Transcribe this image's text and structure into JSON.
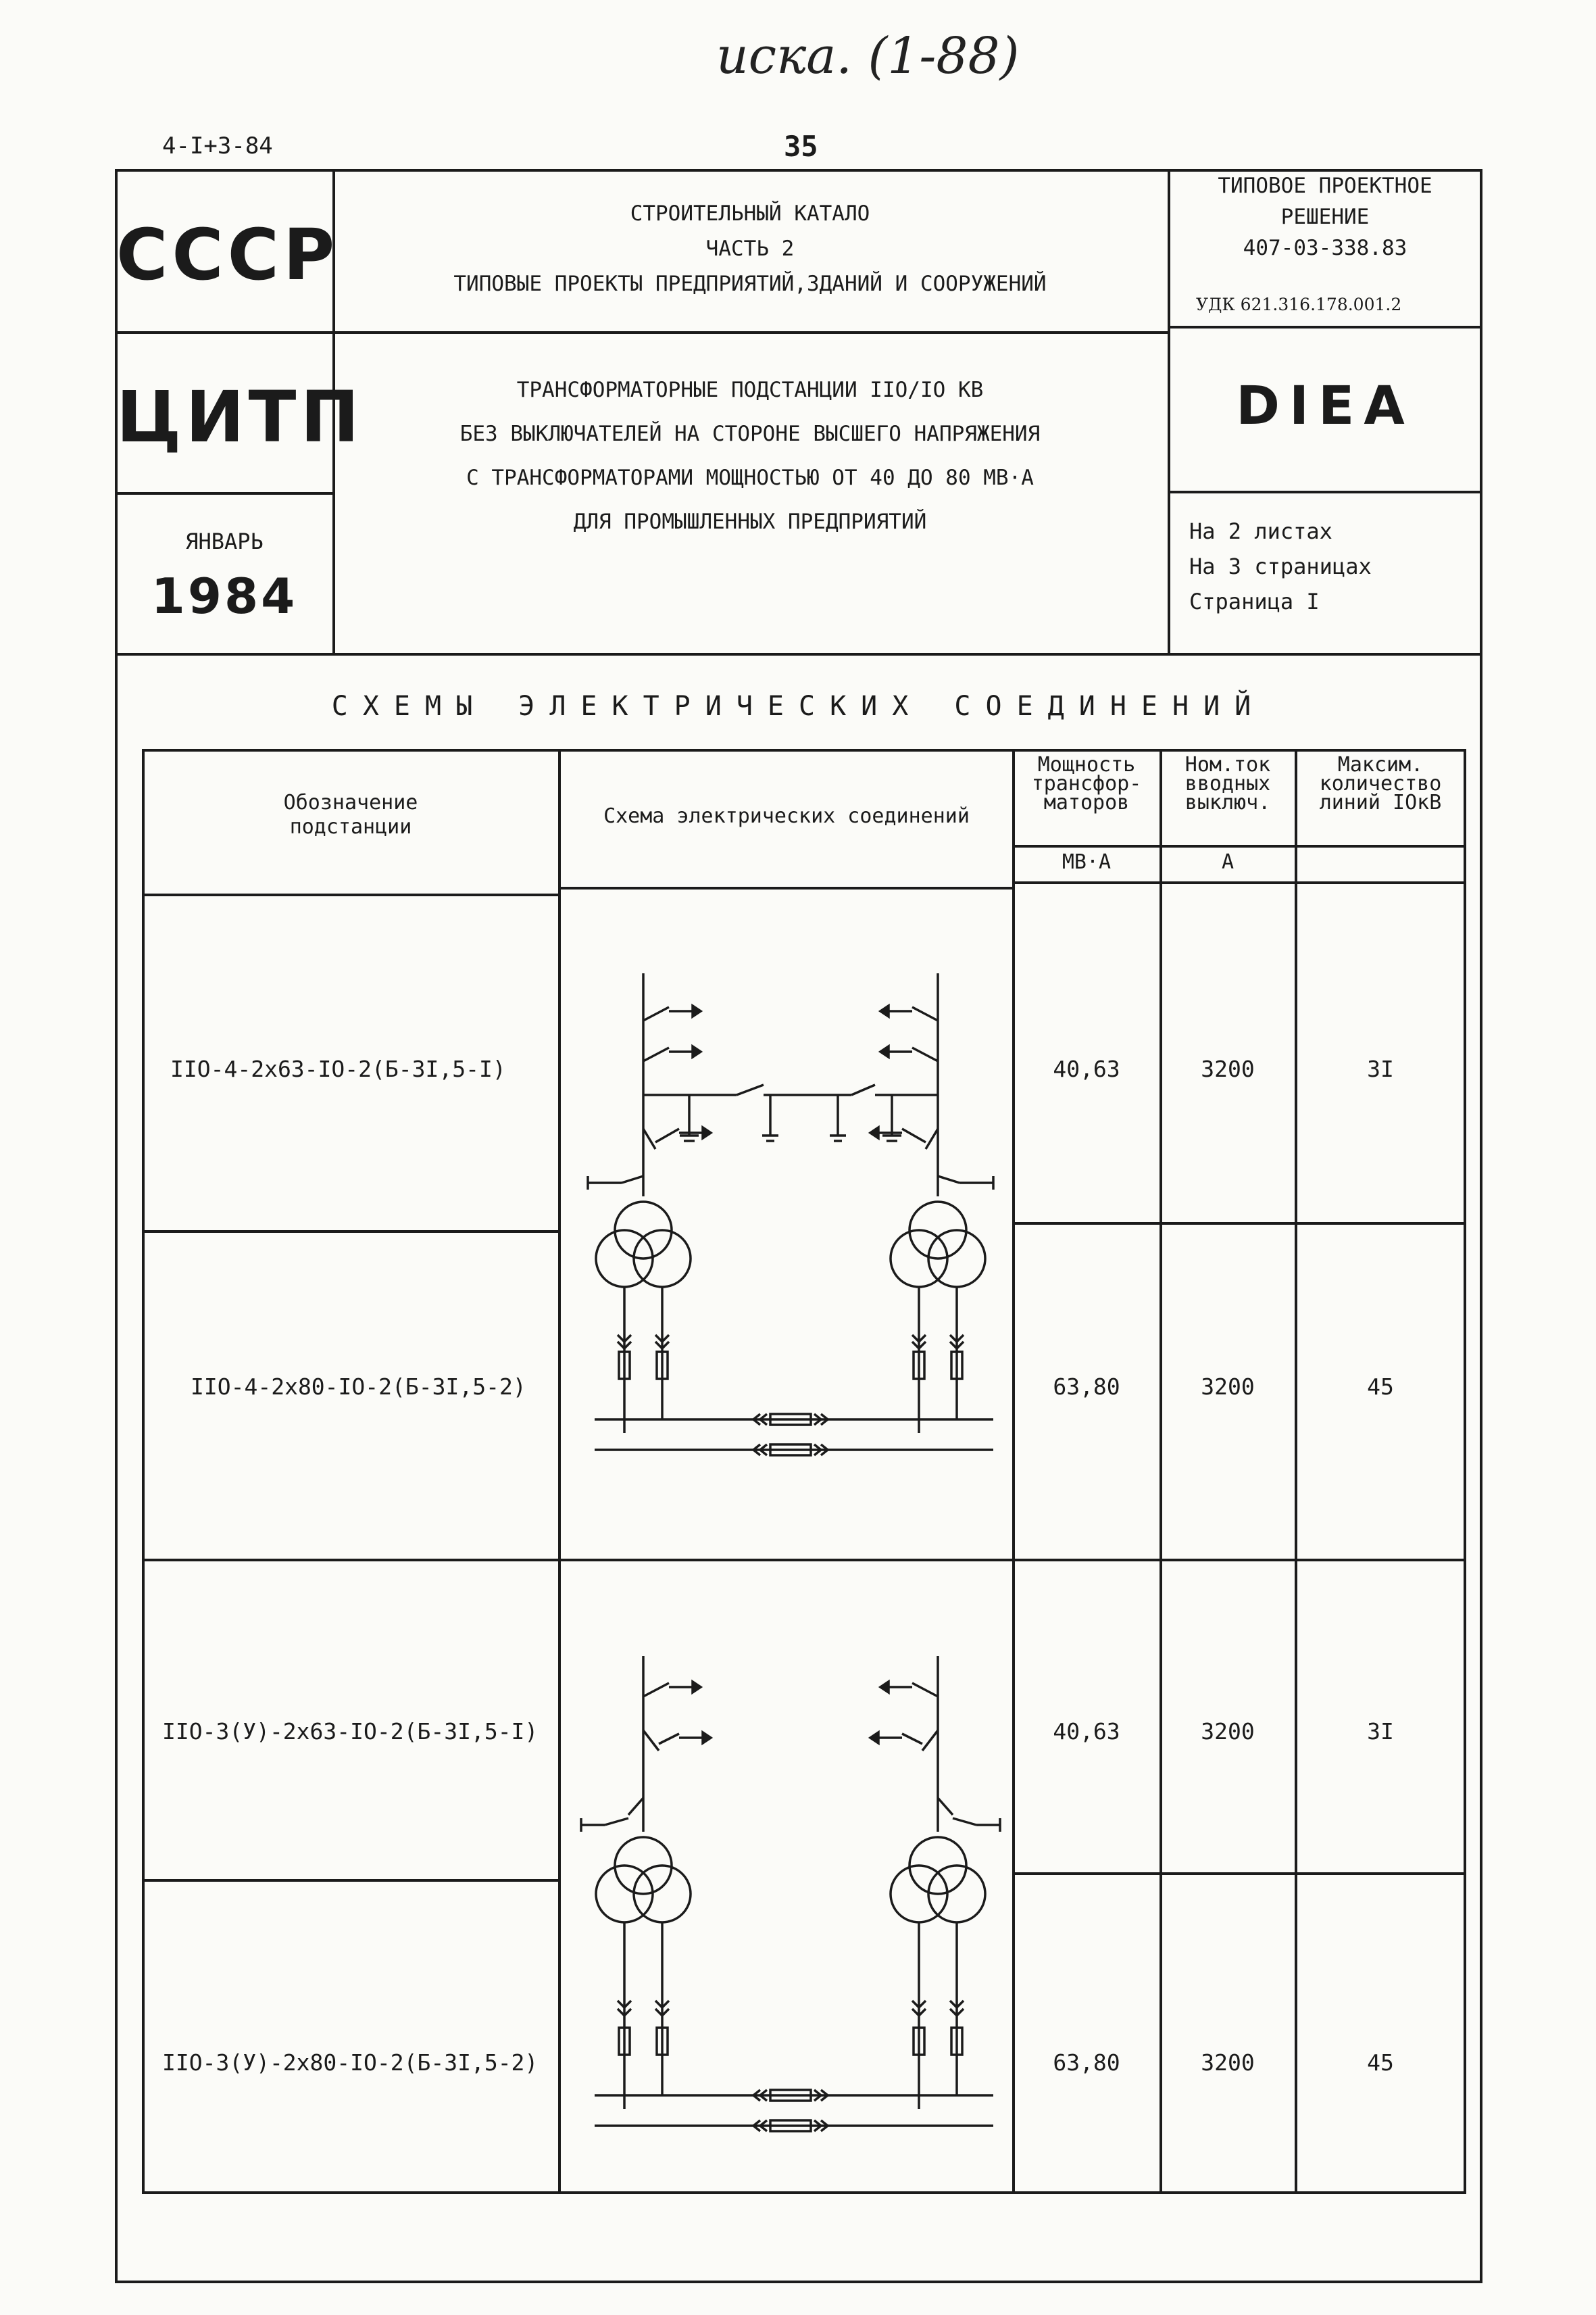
{
  "handwritten_note": "иска. (1-88)",
  "doc_number": "4-I+3-84",
  "page_number": "35",
  "header": {
    "country": "СССР",
    "org": "ЦИТП",
    "month": "ЯНВАРЬ",
    "year": "1984",
    "catalog_lines": [
      "СТРОИТЕЛЬНЫЙ КАТАЛО",
      "ЧАСТЬ 2",
      "ТИПОВЫЕ ПРОЕКТЫ ПРЕДПРИЯТИЙ,ЗДАНИЙ И СООРУЖЕНИЙ"
    ],
    "type_lines": [
      "ТИПОВОЕ ПРОЕКТНОЕ",
      "РЕШЕНИЕ",
      "407-03-338.83"
    ],
    "udk": "УДК 621.316.178.001.2",
    "title_lines": [
      "ТРАНСФОРМАТОРНЫЕ ПОДСТАНЦИИ IIO/IO КВ",
      "БЕЗ ВЫКЛЮЧАТЕЛЕЙ НА СТОРОНЕ ВЫСШЕГО НАПРЯЖЕНИЯ",
      "С ТРАНСФОРМАТОРАМИ МОЩНОСТЬЮ ОТ 40 ДО 80 МВ·А",
      "ДЛЯ ПРОМЫШЛЕННЫХ ПРЕДПРИЯТИЙ"
    ],
    "code": "DIEA",
    "sheets_lines": [
      "На 2 листах",
      "На 3 страницах",
      "Страница I"
    ]
  },
  "section_title": "СХЕМЫ ЭЛЕКТРИЧЕСКИХ СОЕДИНЕНИЙ",
  "table": {
    "col_designation": [
      "Обозначение",
      "подстанции"
    ],
    "col_scheme": "Схема электрических соединений",
    "col_power": [
      "Мощность",
      "трансфор-",
      "маторов"
    ],
    "col_power_unit": "МВ·А",
    "col_current": [
      "Ном.ток",
      "вводных",
      "выключ."
    ],
    "col_current_unit": "А",
    "col_lines": [
      "Максим.",
      "количество",
      "линий IOкВ"
    ],
    "rows": [
      {
        "designation": "IIO-4-2x63-IO-2(Б-3I,5-I)",
        "power": "40,63",
        "current": "3200",
        "lines": "3I"
      },
      {
        "designation": "IIO-4-2x80-IO-2(Б-3I,5-2)",
        "power": "63,80",
        "current": "3200",
        "lines": "45"
      },
      {
        "designation": "IIO-3(У)-2x63-IO-2(Б-3I,5-I)",
        "power": "40,63",
        "current": "3200",
        "lines": "3I"
      },
      {
        "designation": "IIO-3(У)-2x80-IO-2(Б-3I,5-2)",
        "power": "63,80",
        "current": "3200",
        "lines": "45"
      }
    ]
  }
}
